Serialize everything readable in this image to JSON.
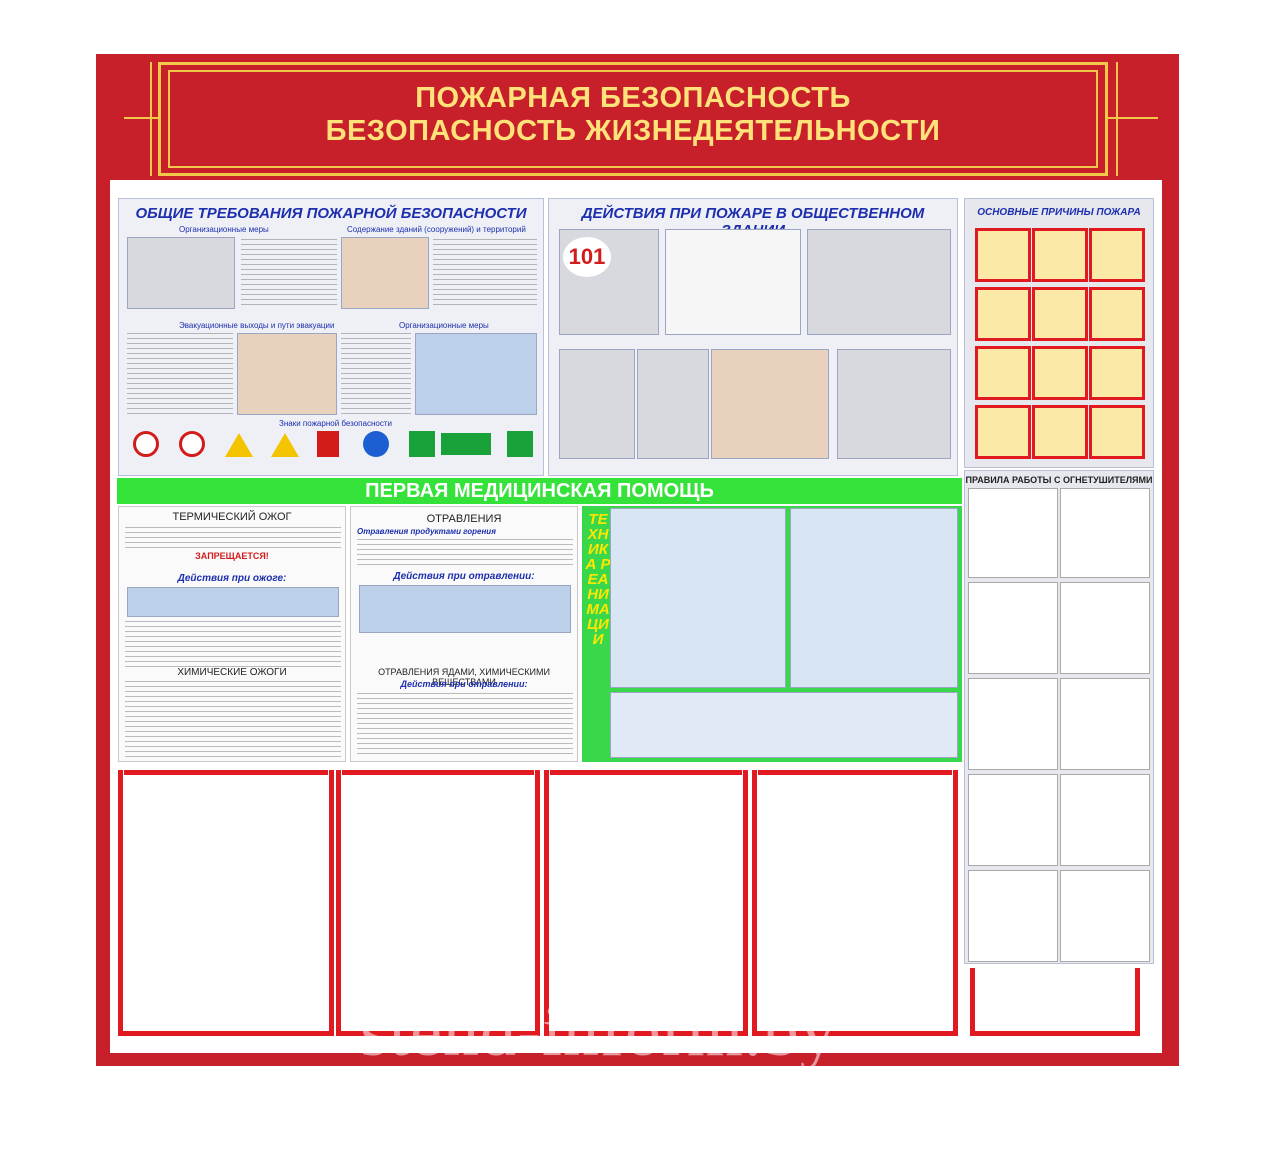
{
  "header": {
    "title_line1": "ПОЖАРНАЯ БЕЗОПАСНОСТЬ",
    "title_line2": "БЕЗОПАСНОСТЬ ЖИЗНЕДЕЯТЕЛЬНОСТИ"
  },
  "panels": {
    "general": {
      "title": "ОБЩИЕ ТРЕБОВАНИЯ ПОЖАРНОЙ БЕЗОПАСНОСТИ",
      "sub1": "Организационные меры",
      "sub2": "Содержание зданий (сооружений) и территорий",
      "sub3": "Эвакуационные выходы и пути эвакуации",
      "sub4": "Организационные меры",
      "sub5": "Знаки пожарной безопасности"
    },
    "actions": {
      "title": "ДЕЙСТВИЯ ПРИ ПОЖАРЕ В ОБЩЕСТВЕННОМ ЗДАНИИ",
      "phone": "101"
    },
    "causes": {
      "title": "ОСНОВНЫЕ ПРИЧИНЫ ПОЖАРА"
    },
    "extinguishers": {
      "title": "ПРАВИЛА РАБОТЫ С ОГНЕТУШИТЕЛЯМИ"
    }
  },
  "first_aid": {
    "title": "ПЕРВАЯ МЕДИЦИНСКАЯ ПОМОЩЬ",
    "burn_title": "ТЕРМИЧЕСКИЙ ОЖОГ",
    "burn_forbidden": "ЗАПРЕЩАЕТСЯ!",
    "burn_actions": "Действия при ожоге:",
    "chem_burn": "ХИМИЧЕСКИЕ ОЖОГИ",
    "poison_title": "ОТРАВЛЕНИЯ",
    "poison_sub": "Отравления продуктами горения",
    "poison_actions": "Действия при отравлении:",
    "poison_chem": "ОТРАВЛЕНИЯ ЯДАМИ, ХИМИЧЕСКИМИ ВЕЩЕСТВАМИ",
    "poison_actions2": "Действия при отравлении:",
    "reanimation": "ТЕХНИКА РЕАНИМАЦИИ"
  },
  "watermark": "stend-inform.by",
  "colors": {
    "board": "#c8202a",
    "gold": "#f2c84b",
    "green": "#35e23a",
    "pocket": "#e11a22",
    "title_blue": "#1d2fae"
  }
}
